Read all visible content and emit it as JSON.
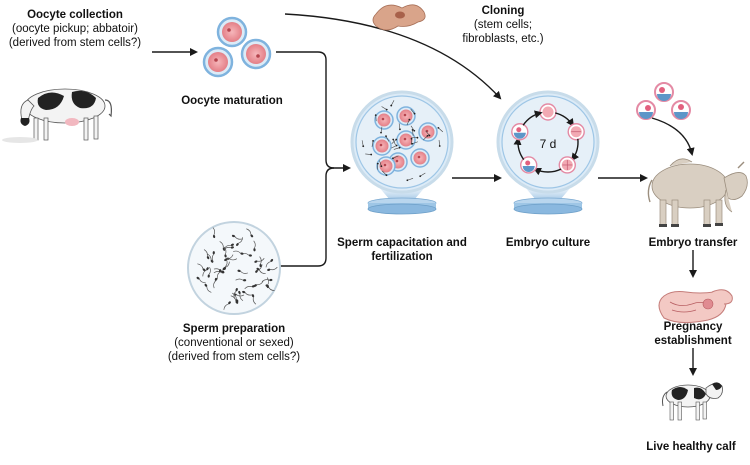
{
  "stages": {
    "oocyte_collection": {
      "title": "Oocyte collection",
      "sub1": "(oocyte pickup; abbatoir)",
      "sub2": "(derived from stem cells?)"
    },
    "oocyte_maturation": {
      "title": "Oocyte maturation"
    },
    "cloning": {
      "title": "Cloning",
      "sub1": "(stem cells;",
      "sub2": "fibroblasts, etc.)"
    },
    "sperm_preparation": {
      "title": "Sperm preparation",
      "sub1": "(conventional or sexed)",
      "sub2": "(derived from stem cells?)"
    },
    "fertilization": {
      "line1": "Sperm capacitation and",
      "line2": "fertilization"
    },
    "embryo_culture": {
      "title": "Embryo culture",
      "duration": "7 d"
    },
    "embryo_transfer": {
      "title": "Embryo transfer"
    },
    "pregnancy": {
      "line1": "Pregnancy",
      "line2": "establishment"
    },
    "calf": {
      "title": "Live healthy calf"
    }
  },
  "colors": {
    "arrow": "#1a1a1a",
    "oocyte": "#e8868c",
    "dish": "#9ec6e6",
    "lens": "#dcebf7",
    "cow_white": "#f3f3f3",
    "cow_black": "#222222",
    "bull": "#d9cfc2"
  }
}
